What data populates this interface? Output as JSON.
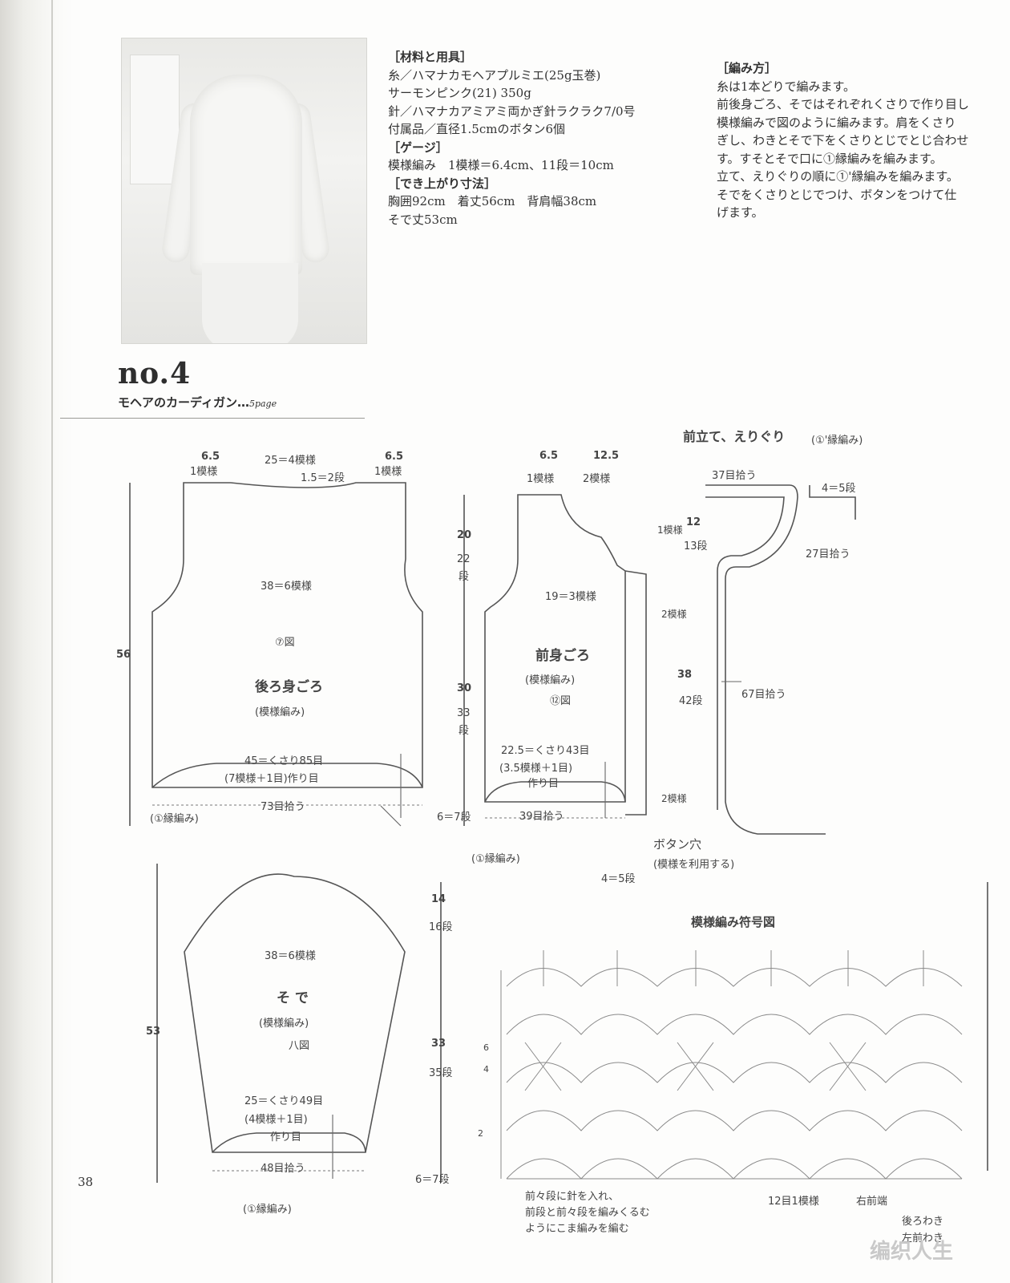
{
  "materials": {
    "heading": "［材料と用具］",
    "yarn": "糸／ハマナカモヘアプルミエ(25g玉巻)",
    "color": "サーモンピンク(21) 350g",
    "needle": "針／ハマナカアミアミ両かぎ針ラクラク7/0号",
    "accessories": "付属品／直径1.5cmのボタン6個",
    "gauge_heading": "［ゲージ］",
    "gauge": "模様編み　1模様＝6.4cm、11段＝10cm",
    "size_heading": "［でき上がり寸法］",
    "size1": "胸囲92cm　着丈56cm　背肩幅38cm",
    "size2": "そで丈53cm"
  },
  "method": {
    "heading": "［編み方］",
    "lines": [
      "糸は1本どりで編みます。",
      "前後身ごろ、そではそれぞれくさりで作り目し",
      "模様編みで図のように編みます。肩をくさり",
      "ぎし、わきとそで下をくさりとじでとじ合わせ",
      "す。すそとそで口に①縁編みを編みます。",
      "立て、えりぐりの順に①'縁編みを編みます。",
      "そでをくさりとじでつけ、ボタンをつけて仕",
      "げます。"
    ]
  },
  "title": {
    "number": "no.4",
    "subtitle": "モヘアのカーディガン…",
    "page_ref": "5page"
  },
  "back": {
    "top_left": "6.5",
    "top_left2": "1模様",
    "top_mid": "25＝4模様",
    "top_right": "6.5",
    "top_right2": "1模様",
    "neck": "1.5＝2段",
    "width": "38＝6模様",
    "chart": "⑦図",
    "name": "後ろ身ごろ",
    "stitch": "(模様編み)",
    "cast": "45＝くさり85目",
    "cast2": "(7模様＋1目)作り目",
    "pick": "73目拾う",
    "edge": "(①縁編み)",
    "height": "56",
    "armhole_cm": "20",
    "armhole_rows": "22",
    "dan": "段",
    "body_cm": "30",
    "body_rows": "33",
    "border": "6＝7段"
  },
  "front": {
    "top_left": "6.5",
    "top_left2": "1模様",
    "top_right": "12.5",
    "top_right2": "2模様",
    "width": "19＝3模様",
    "name": "前身ごろ",
    "stitch": "(模様編み)",
    "chart": "⑫図",
    "cast": "22.5＝くさり43目",
    "cast2": "(3.5模様＋1目)",
    "cast3": "作り目",
    "pick": "39目拾う",
    "edge": "(①縁編み)",
    "side1": "1模様",
    "side2": "2模様",
    "side3": "2模様",
    "neck_cm": "12",
    "neck_rows": "13段",
    "front_cm": "38",
    "front_rows": "42段",
    "buttonhole": "ボタン穴",
    "buttonhole_note": "(模様を利用する)",
    "band": "4＝5段"
  },
  "band": {
    "heading": "前立て、えりぐり",
    "heading_note": "(①'縁編み)",
    "pick1": "37目拾う",
    "rows": "4＝5段",
    "pick2": "27目拾う",
    "pick3": "67目拾う"
  },
  "sleeve": {
    "width": "38＝6模様",
    "name": "そ で",
    "stitch": "(模様編み)",
    "chart": "八図",
    "cast": "25＝くさり49目",
    "cast2": "(4模様＋1目)",
    "cast3": "作り目",
    "pick": "48目拾う",
    "edge": "(①縁編み)",
    "height": "53",
    "cap_cm": "14",
    "cap_rows": "16段",
    "body_cm": "33",
    "body_rows": "35段",
    "border": "6＝7段"
  },
  "chart": {
    "heading": "模様編み符号図",
    "row6": "6",
    "row4": "4",
    "row2": "2",
    "note1": "前々段に針を入れ、",
    "note2": "前段と前々段を編みくるむ",
    "note3": "ようにこま編みを編む",
    "repeat": "12目1模様",
    "right_edge": "右前端",
    "back_side": "後ろわき",
    "left_side": "左前わき"
  },
  "page_number": "38",
  "watermark": "编织人生"
}
